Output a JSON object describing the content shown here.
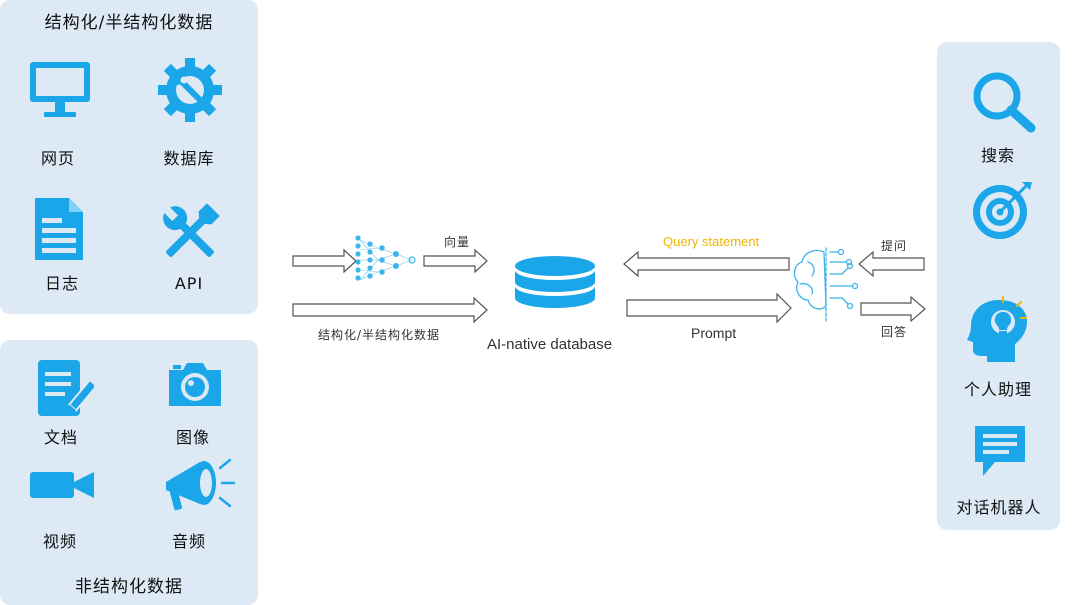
{
  "structured_panel": {
    "title": "结构化/半结构化数据",
    "items": [
      {
        "label": "网页",
        "icon": "monitor-icon"
      },
      {
        "label": "数据库",
        "icon": "gear-wrench-icon"
      },
      {
        "label": "日志",
        "icon": "document-icon"
      },
      {
        "label": "API",
        "icon": "tools-icon"
      }
    ]
  },
  "unstructured_panel": {
    "title": "非结构化数据",
    "items": [
      {
        "label": "文档",
        "icon": "document-edit-icon"
      },
      {
        "label": "图像",
        "icon": "camera-icon"
      },
      {
        "label": "视频",
        "icon": "video-camera-icon"
      },
      {
        "label": "音频",
        "icon": "megaphone-icon"
      }
    ]
  },
  "flow": {
    "vector_label": "向量",
    "structured_label": "结构化/半结构化数据",
    "database_label": "AI-native database",
    "query_label": "Query statement",
    "prompt_label": "Prompt",
    "ask_label": "提问",
    "answer_label": "回答"
  },
  "apps_panel": {
    "items": [
      {
        "label": "搜索",
        "icon": "search-icon"
      },
      {
        "label": "",
        "icon": "target-icon"
      },
      {
        "label": "个人助理",
        "icon": "head-idea-icon"
      },
      {
        "label": "对话机器人",
        "icon": "chat-icon"
      }
    ]
  },
  "colors": {
    "accent": "#1aa6e8",
    "panel_bg": "#dde9f5",
    "query_text": "#f0b400",
    "arrow_stroke": "#555555"
  }
}
